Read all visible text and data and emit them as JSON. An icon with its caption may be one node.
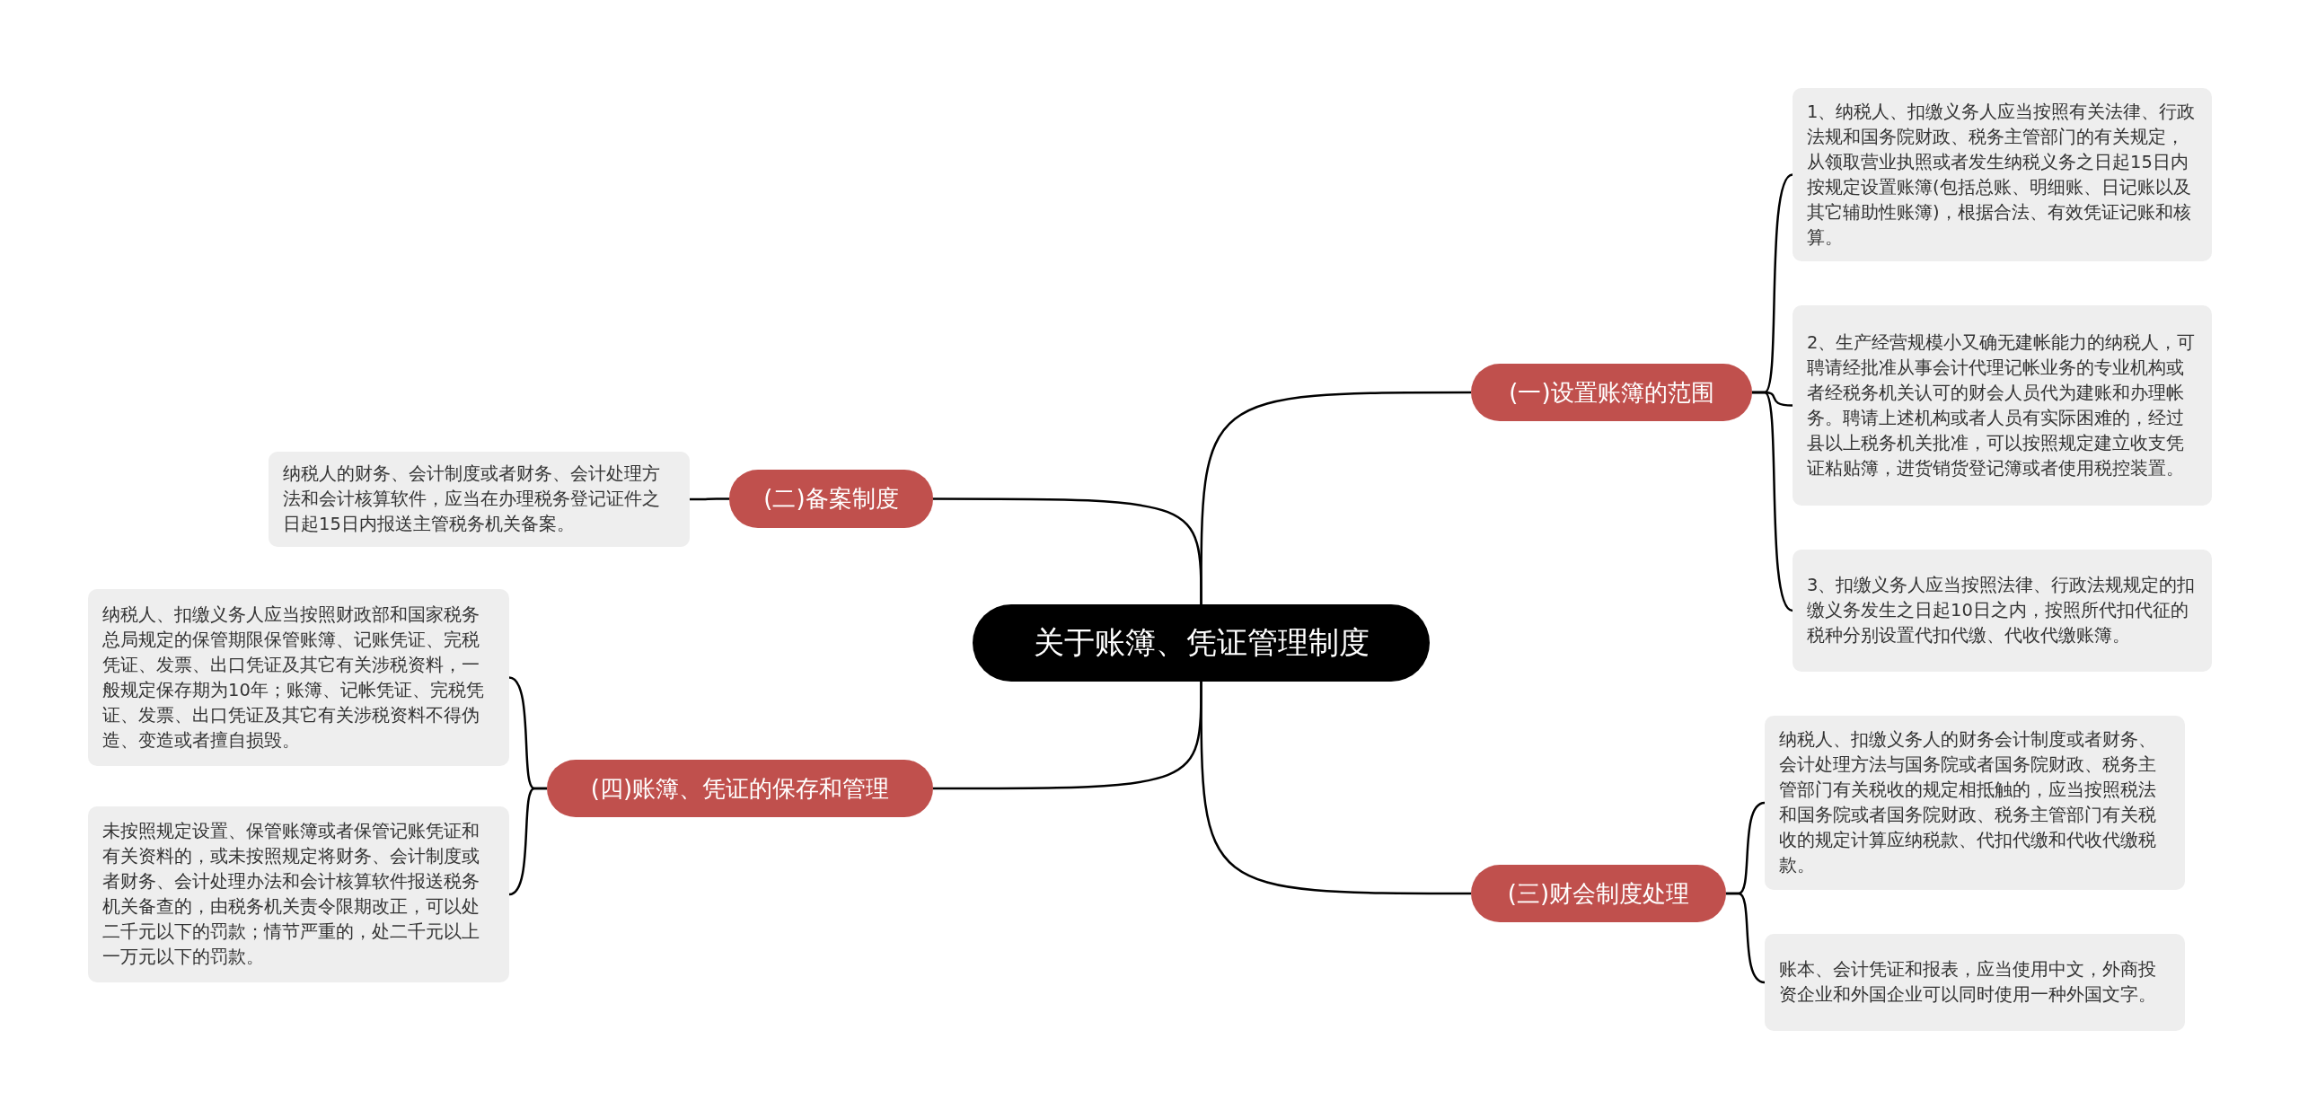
{
  "diagram": {
    "nodes": [
      {
        "text": [
          "关于账簿、凭证管理制度"
        ]
      },
      {
        "text": [
          "(一)设置账簿的范围"
        ]
      },
      {
        "text": [
          "1、纳税人、扣缴义务人应当按照有关法律、行政法规和国务院财政、税务主管部门的有关规定，从领取营业执照或者发生纳税义务之日起15日内按规定设置账簿(包括总账、明细账、日记账以及其它辅助性账簿)，根据合法、有效凭证记账和核算。"
        ]
      },
      {
        "text": [
          "2、生产经营规模小又确无建帐能力的纳税人，可聘请经批准从事会计代理记帐业务的专业机构或者经税务机关认可的财会人员代为建账和办理帐务。聘请上述机构或者人员有实际困难的，经过县以上税务机关批准，可以按照规定建立收支凭证粘贴簿，进货销货登记簿或者使用税控装置。"
        ]
      },
      {
        "text": [
          "3、扣缴义务人应当按照法律、行政法规规定的扣缴义务发生之日起10日之内，按照所代扣代征的税种分别设置代扣代缴、代收代缴账簿。"
        ]
      },
      {
        "text": [
          "(二)备案制度"
        ]
      },
      {
        "text": [
          "纳税人的财务、会计制度或者财务、会计处理方法和会计核算软件，应当在办理税务登记证件之日起15日内报送主管税务机关备案。"
        ]
      },
      {
        "text": [
          "(三)财会制度处理"
        ]
      },
      {
        "text": [
          "纳税人、扣缴义务人的财务会计制度或者财务、会计处理方法与国务院或者国务院财政、税务主管部门有关税收的规定相抵触的，应当按照税法和国务院或者国务院财政、税务主管部门有关税收的规定计算应纳税款、代扣代缴和代收代缴税款。"
        ]
      },
      {
        "text": [
          "账本、会计凭证和报表，应当使用中文，外商投资企业和外国企业可以同时使用一种外国文字。"
        ]
      },
      {
        "text": [
          "(四)账簿、凭证的保存和管理"
        ]
      },
      {
        "text": [
          "纳税人、扣缴义务人应当按照财政部和国家税务总局规定的保管期限保管账簿、记账凭证、完税凭证、发票、出口凭证及其它有关涉税资料，一般规定保存期为10年；账簿、记帐凭证、完税凭证、发票、出口凭证及其它有关涉税资料不得伪造、变造或者擅自损毁。"
        ]
      },
      {
        "text": [
          "未按照规定设置、保管账簿或者保管记账凭证和有关资料的，或未按照规定将财务、会计制度或者财务、会计处理办法和会计核算软件报送税务机关备查的，由税务机关责令限期改正，可以处二千元以下的罚款；情节严重的，处二千元以上一万元以下的罚款。"
        ]
      }
    ],
    "edges": [
      {
        "from": 0,
        "to": 1,
        "arrow": "none"
      },
      {
        "from": 1,
        "to": 2,
        "arrow": "none"
      },
      {
        "from": 1,
        "to": 3,
        "arrow": "none"
      },
      {
        "from": 1,
        "to": 4,
        "arrow": "none"
      },
      {
        "from": 0,
        "to": 5,
        "arrow": "none"
      },
      {
        "from": 5,
        "to": 6,
        "arrow": "none"
      },
      {
        "from": 0,
        "to": 7,
        "arrow": "none"
      },
      {
        "from": 7,
        "to": 8,
        "arrow": "none"
      },
      {
        "from": 7,
        "to": 9,
        "arrow": "none"
      },
      {
        "from": 0,
        "to": 10,
        "arrow": "none"
      },
      {
        "from": 10,
        "to": 11,
        "arrow": "none"
      },
      {
        "from": 10,
        "to": 12,
        "arrow": "none"
      }
    ]
  }
}
